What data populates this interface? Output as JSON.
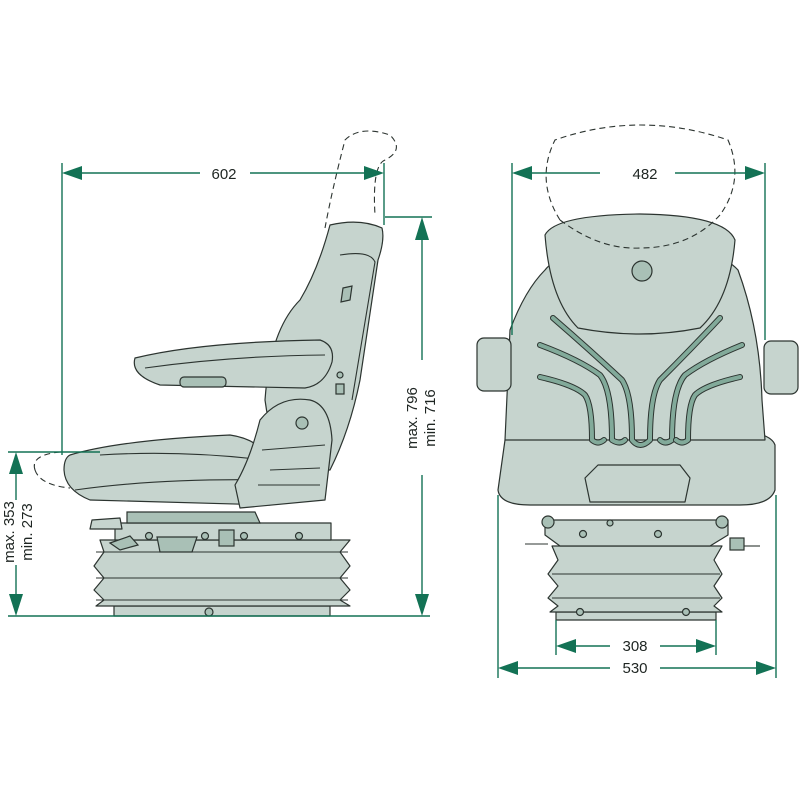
{
  "title": "Tractor seat dimension drawing",
  "dimensions": {
    "side_depth": "602",
    "front_width_backrest": "482",
    "height_max": "max. 796",
    "height_min": "min. 716",
    "seat_height_max": "max. 353",
    "seat_height_min": "min. 273",
    "base_width": "308",
    "overall_width": "530"
  },
  "colors": {
    "dimension": "#137255",
    "seat_fill": "#c6d4ce",
    "accent": "#82aa9a"
  }
}
